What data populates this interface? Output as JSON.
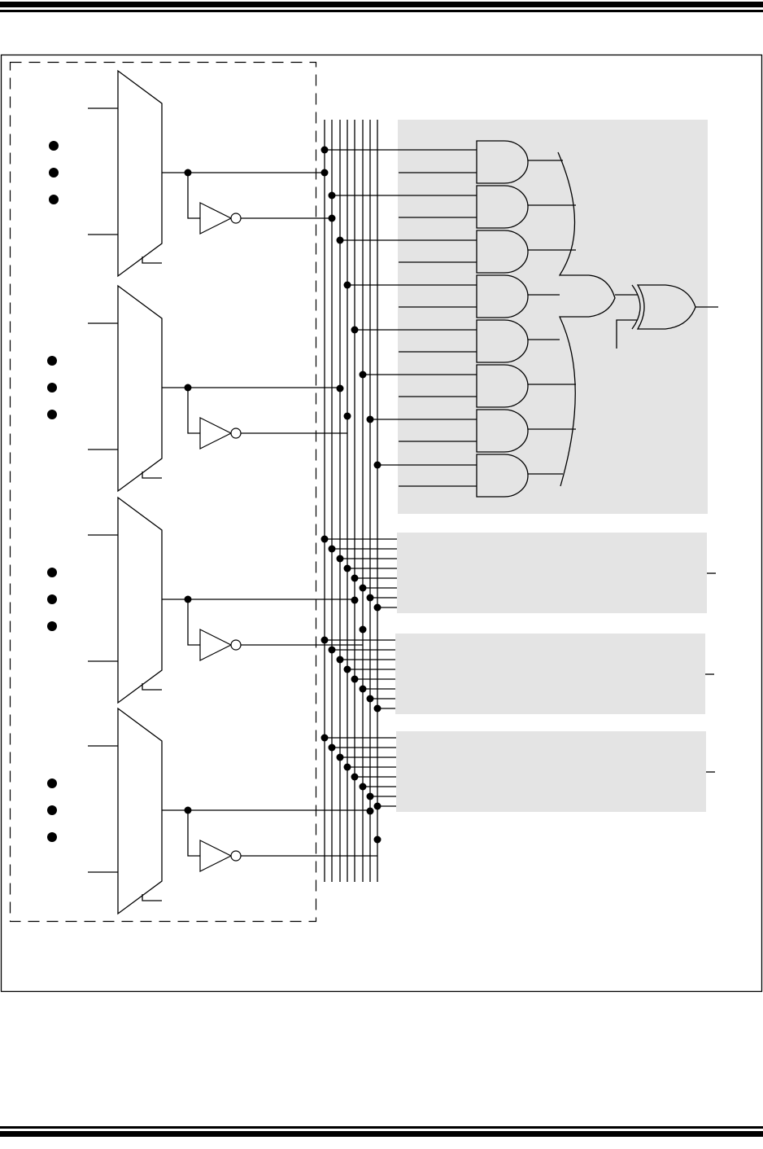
{
  "document": {
    "header_rules": [
      "thick-rule",
      "thin-rule"
    ],
    "footer_rules": [
      "thin-rule",
      "thick-rule"
    ]
  },
  "figure": {
    "type": "logic-circuit-diagram",
    "labels_visible": false,
    "colors": {
      "stroke": "#000000",
      "background": "#ffffff",
      "shaded_block": "#e4e4e4"
    },
    "input_select_region": {
      "style": "dashed-outline",
      "multiplexers": [
        {
          "id": "mux-1",
          "inputs_shown": 2,
          "ellipsis_dots": 3,
          "outputs": [
            "true",
            "inverted"
          ]
        },
        {
          "id": "mux-2",
          "inputs_shown": 2,
          "ellipsis_dots": 3,
          "outputs": [
            "true",
            "inverted"
          ]
        },
        {
          "id": "mux-3",
          "inputs_shown": 2,
          "ellipsis_dots": 3,
          "outputs": [
            "true",
            "inverted"
          ]
        },
        {
          "id": "mux-4",
          "inputs_shown": 2,
          "ellipsis_dots": 3,
          "outputs": [
            "true",
            "inverted"
          ]
        }
      ]
    },
    "bus": {
      "line_count": 8,
      "sources": [
        {
          "line": 0,
          "from": "mux-1",
          "polarity": "true"
        },
        {
          "line": 1,
          "from": "mux-1",
          "polarity": "inverted"
        },
        {
          "line": 2,
          "from": "mux-2",
          "polarity": "true"
        },
        {
          "line": 3,
          "from": "mux-2",
          "polarity": "inverted"
        },
        {
          "line": 4,
          "from": "mux-3",
          "polarity": "true"
        },
        {
          "line": 5,
          "from": "mux-3",
          "polarity": "inverted"
        },
        {
          "line": 6,
          "from": "mux-4",
          "polarity": "true"
        },
        {
          "line": 7,
          "from": "mux-4",
          "polarity": "inverted"
        }
      ]
    },
    "detailed_block": {
      "and_gates": 8,
      "and_gate_inputs": 2,
      "and_input_bus_taps": [
        0,
        1,
        2,
        3,
        4,
        5,
        6,
        7
      ],
      "or_gate": {
        "inputs": 8
      },
      "xor_gate": {
        "inputs": [
          "or-output",
          "external-polarity"
        ],
        "outputs": 1
      }
    },
    "collapsed_blocks": [
      {
        "id": "block-2",
        "bus_taps": [
          0,
          1,
          2,
          3,
          4,
          5,
          6,
          7
        ],
        "outputs": 1
      },
      {
        "id": "block-3",
        "bus_taps": [
          0,
          1,
          2,
          3,
          4,
          5,
          6,
          7
        ],
        "outputs": 1
      },
      {
        "id": "block-4",
        "bus_taps": [
          0,
          1,
          2,
          3,
          4,
          5,
          6,
          7
        ],
        "outputs": 1
      }
    ]
  }
}
